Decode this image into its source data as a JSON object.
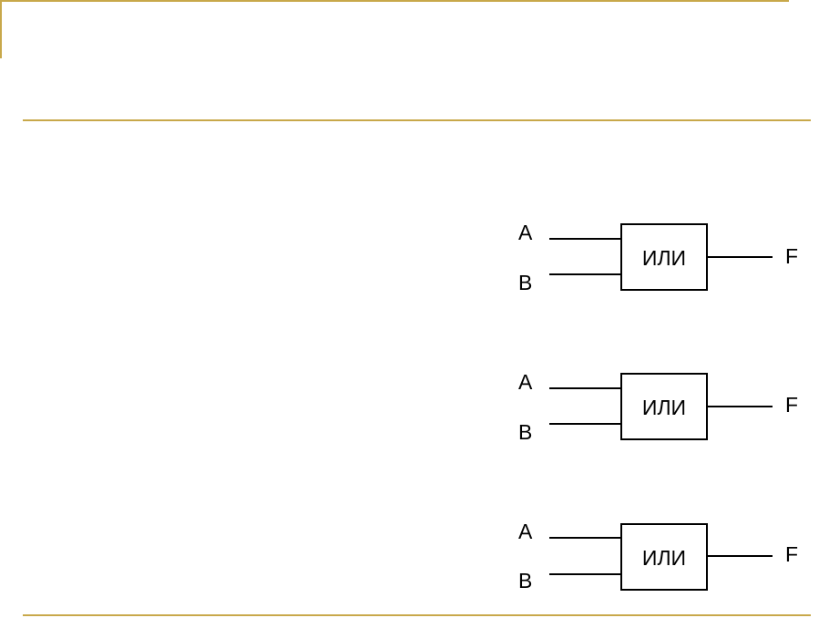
{
  "gates": [
    {
      "label": "ИЛИ",
      "input_a": "A",
      "input_b": "B",
      "output": "F"
    },
    {
      "label": "ИЛИ",
      "input_a": "A",
      "input_b": "B",
      "output": "F"
    },
    {
      "label": "ИЛИ",
      "input_a": "A",
      "input_b": "B",
      "output": "F"
    }
  ],
  "colors": {
    "accent": "#c8a84a",
    "line": "#000000"
  }
}
